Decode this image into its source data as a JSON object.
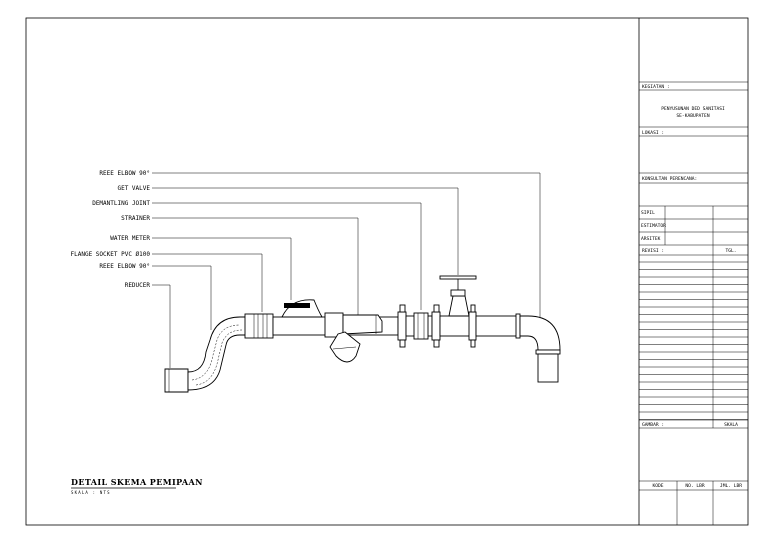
{
  "drawing": {
    "callouts": [
      {
        "label": "REEE ELBOW 90°"
      },
      {
        "label": "GET VALVE"
      },
      {
        "label": "DEMANTLING JOINT"
      },
      {
        "label": "STRAINER"
      },
      {
        "label": "WATER METER"
      },
      {
        "label": "FLANGE SOCKET PVC Ø100"
      },
      {
        "label": "REEE ELBOW 90°"
      },
      {
        "label": "REDUCER"
      }
    ],
    "title": "DETAIL SKEMA PEMIPAAN",
    "scale_note": "SKALA : NTS"
  },
  "title_block": {
    "kegiatan_label": "KEGIATAN :",
    "kegiatan_line1": "PENYUSUNAN DED SANITASI",
    "kegiatan_line2": "SE-KABUPATEN",
    "lokasi_label": "LOKASI :",
    "konsultan_label": "KONSULTAN PERENCANA:",
    "sipil_label": "SIPIL",
    "estimator_label": "ESTIMATOR",
    "arsitek_label": "ARSITEK",
    "revisi_label": "REVISI :",
    "tgl_label": "TGL.",
    "gambar_label": "GAMBAR :",
    "skala_label": "SKALA",
    "kode_label": "KODE",
    "no_lbr_label": "NO. LBR",
    "jml_lbr_label": "JML. LBR"
  }
}
